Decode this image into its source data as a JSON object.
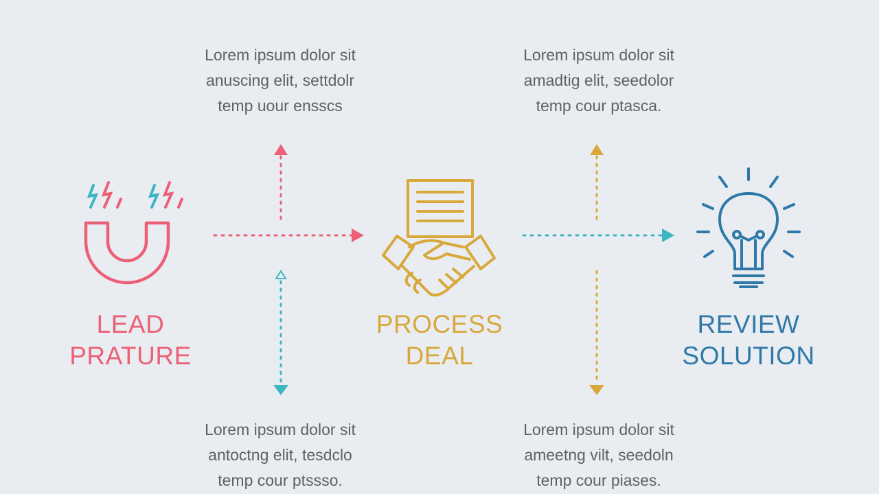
{
  "colors": {
    "background": "#e9edf1",
    "text": "#5f6063",
    "lead": "#ec6077",
    "lead_spark": "#3fb4c2",
    "process": "#d8a83b",
    "review": "#2f79a8",
    "arrow_cyan": "#3fb4c2"
  },
  "stages": [
    {
      "icon": "magnet-icon",
      "title_line1": "LEAD",
      "title_line2": "PRATURE"
    },
    {
      "icon": "handshake-document-icon",
      "title_line1": "PROCESS",
      "title_line2": "DEAL"
    },
    {
      "icon": "lightbulb-icon",
      "title_line1": "REVIEW",
      "title_line2": "SOLUTION"
    }
  ],
  "notes": {
    "top_left": {
      "line1": "Lorem ipsum dolor sit",
      "line2": "anuscing elit, settdolr",
      "line3": "temp uour ensscs"
    },
    "top_right": {
      "line1": "Lorem ipsum dolor sit",
      "line2": "amadtig elit, seedolor",
      "line3": "temp cour ptasca."
    },
    "bottom_left": {
      "line1": "Lorem ipsum dolor sit",
      "line2": "antoctng elit, tesdclo",
      "line3": "temp cour ptssso."
    },
    "bottom_right": {
      "line1": "Lorem ipsum dolor sit",
      "line2": "ameetng vilt, seedoln",
      "line3": "temp cour piases."
    }
  }
}
